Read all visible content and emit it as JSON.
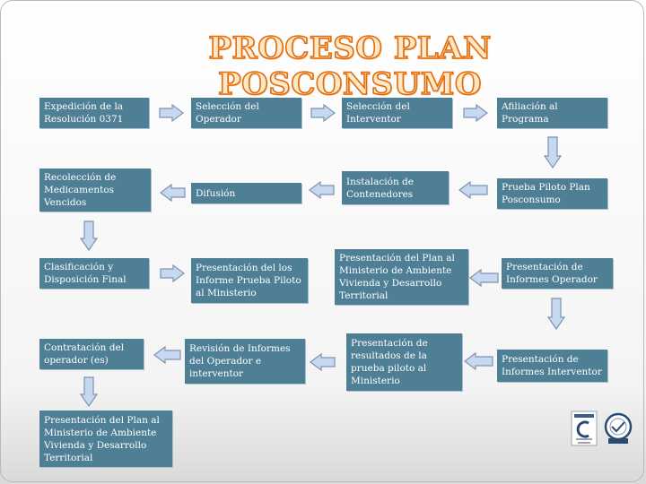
{
  "title": "PROCESO PLAN POSCONSUMO",
  "colors": {
    "box_fill": "#4f7f95",
    "box_text": "#ffffff",
    "arrow_fill": "#c6d9f1",
    "arrow_stroke": "#7f93b0",
    "title_fill": "#fde9c9",
    "title_stroke": "#e46c0a"
  },
  "steps": {
    "s1": "Expedición de la Resolución 0371",
    "s2": "Selección del Operador",
    "s3": "Selección del Interventor",
    "s4": "Afiliación al Programa",
    "s5": "Prueba Piloto Plan Posconsumo",
    "s6": "Instalación de Contenedores",
    "s7": "Difusión",
    "s8": "Recolección de Medicamentos Vencidos",
    "s9": "Clasificación y Disposición Final",
    "s10": "Presentación del los Informe Prueba Piloto al Ministerio",
    "s11": "Presentación del Plan al Ministerio de Ambiente Vivienda y Desarrollo Territorial",
    "s12": "Presentación de Informes Operador",
    "s13": "Presentación de Informes Interventor",
    "s14": "Presentación de resultados de la prueba piloto al Ministerio",
    "s15": "Revisión de Informes del Operador e interventor",
    "s16": "Contratación del operador (es)",
    "s17": "Presentación del Plan al Ministerio de Ambiente Vivienda y Desarrollo Territorial"
  },
  "logos": [
    "certification-seal-icon",
    "iqnet-seal-icon"
  ]
}
